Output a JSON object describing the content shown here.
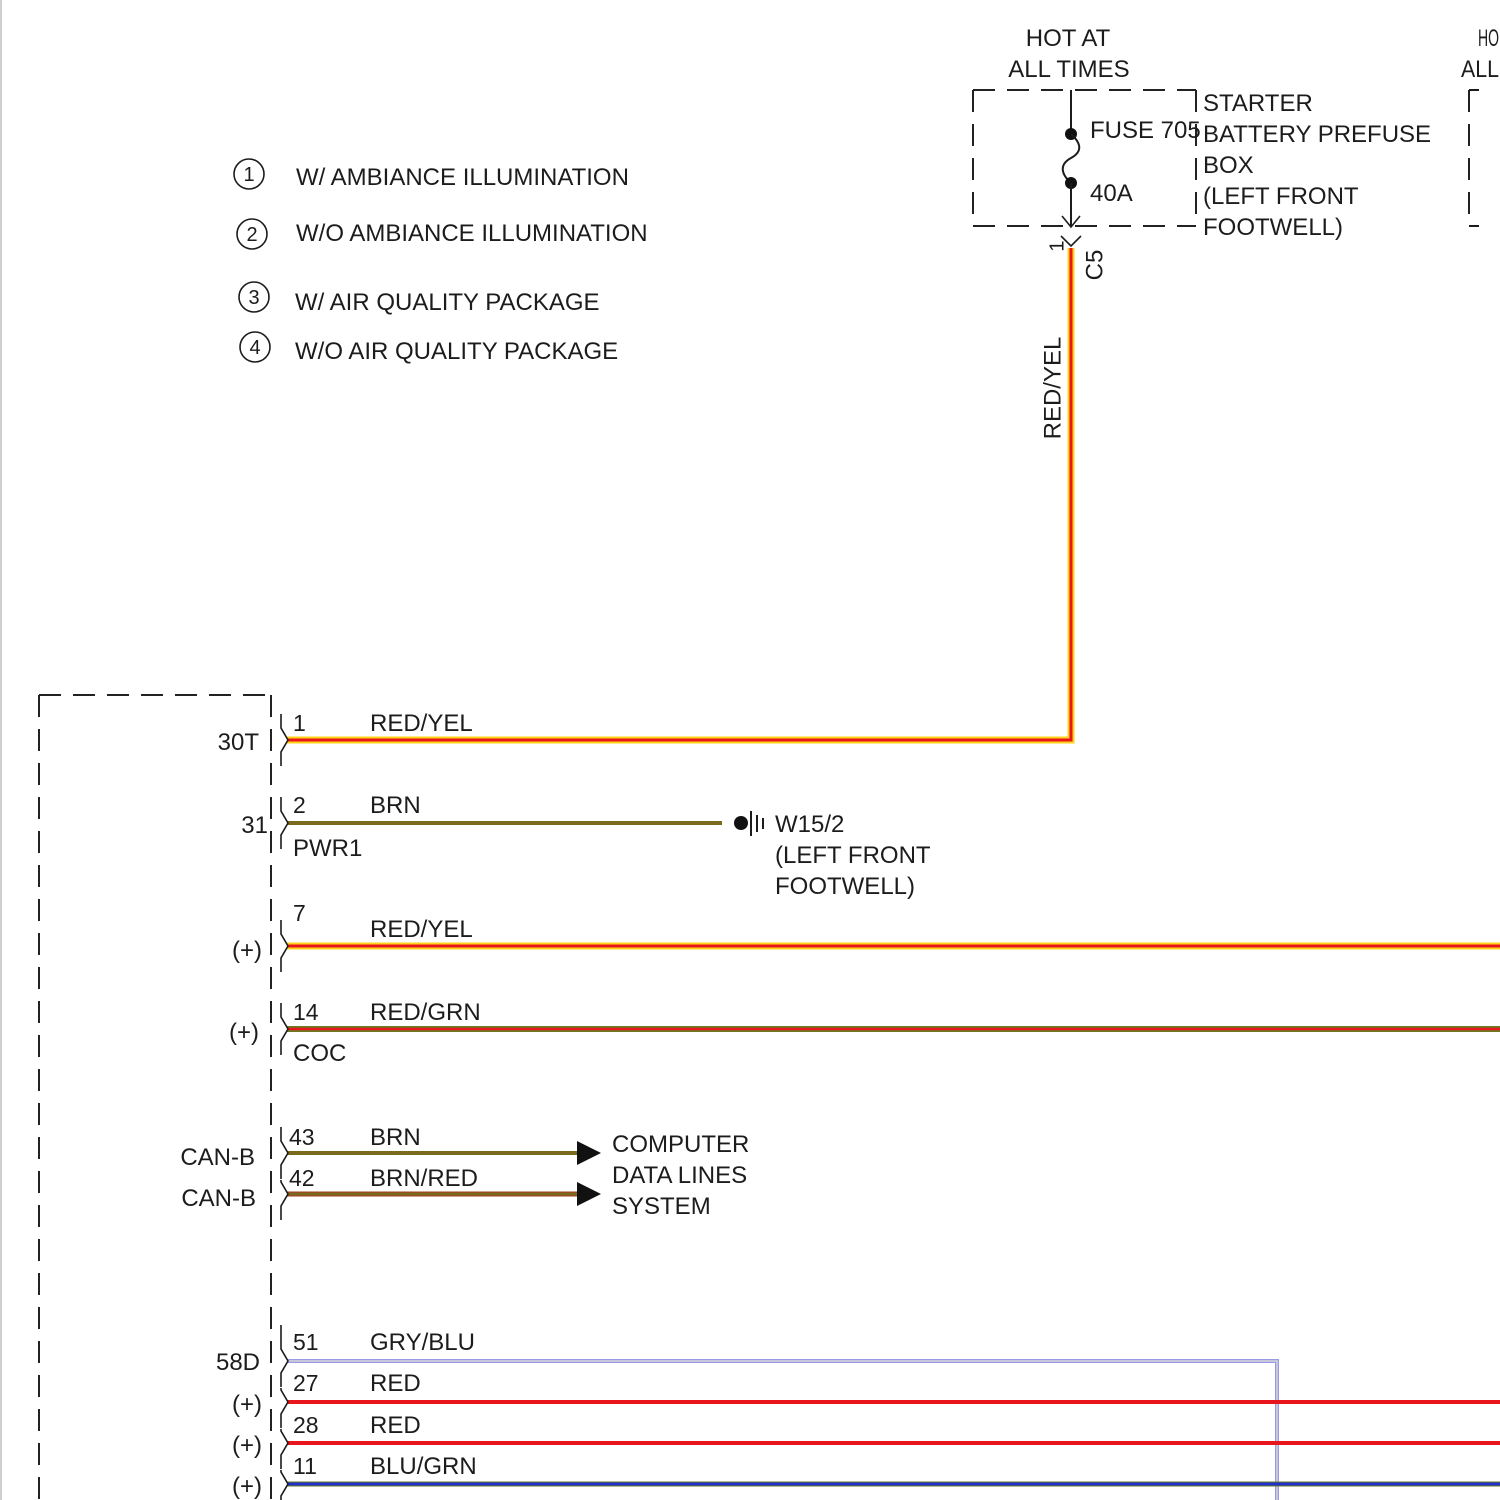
{
  "legend": [
    {
      "num": "1",
      "label": "W/ AMBIANCE ILLUMINATION"
    },
    {
      "num": "2",
      "label": "W/O AMBIANCE ILLUMINATION"
    },
    {
      "num": "3",
      "label": "W/ AIR QUALITY PACKAGE"
    },
    {
      "num": "4",
      "label": "W/O AIR QUALITY PACKAGE"
    }
  ],
  "power_source": {
    "line1": "HOT AT",
    "line2": "ALL TIMES"
  },
  "fuse_box": {
    "fuse": "FUSE 705",
    "rating": "40A",
    "name": [
      "STARTER",
      "BATTERY PREFUSE",
      "BOX",
      "(LEFT FRONT",
      "FOOTWELL)"
    ],
    "pin": "1",
    "connector": "C5",
    "wire": "RED/YEL"
  },
  "adjacent_power_source": {
    "line1": "HO",
    "line2": "ALL"
  },
  "ground": {
    "id": "W15/2",
    "location": [
      "(LEFT FRONT",
      "FOOTWELL)"
    ]
  },
  "data_lines_destination": [
    "COMPUTER",
    "DATA LINES",
    "SYSTEM"
  ],
  "module_pins": [
    {
      "terminal": "30T",
      "pin": "1",
      "wire": "RED/YEL"
    },
    {
      "terminal": "31",
      "pin": "2",
      "wire": "BRN",
      "circuit": "PWR1"
    },
    {
      "terminal": "(+)",
      "pin": "7",
      "wire": "RED/YEL"
    },
    {
      "terminal": "(+)",
      "pin": "14",
      "wire": "RED/GRN",
      "circuit": "COC"
    },
    {
      "terminal": "CAN-B",
      "pin": "43",
      "wire": "BRN"
    },
    {
      "terminal": "CAN-B",
      "pin": "42",
      "wire": "BRN/RED"
    },
    {
      "terminal": "58D",
      "pin": "51",
      "wire": "GRY/BLU"
    },
    {
      "terminal": "(+)",
      "pin": "27",
      "wire": "RED"
    },
    {
      "terminal": "(+)",
      "pin": "28",
      "wire": "RED"
    },
    {
      "terminal": "(+)",
      "pin": "11",
      "wire": "BLU/GRN"
    }
  ],
  "wire_colors": {
    "red": "#e8161c",
    "yellow": "#ffd21a",
    "brown": "#7a6a1e",
    "green": "#6b7a22",
    "brown_red": "#a0461e",
    "gray": "#d6d6d6",
    "blue": "#1f30cc",
    "light_blue": "#9a9ae6"
  }
}
